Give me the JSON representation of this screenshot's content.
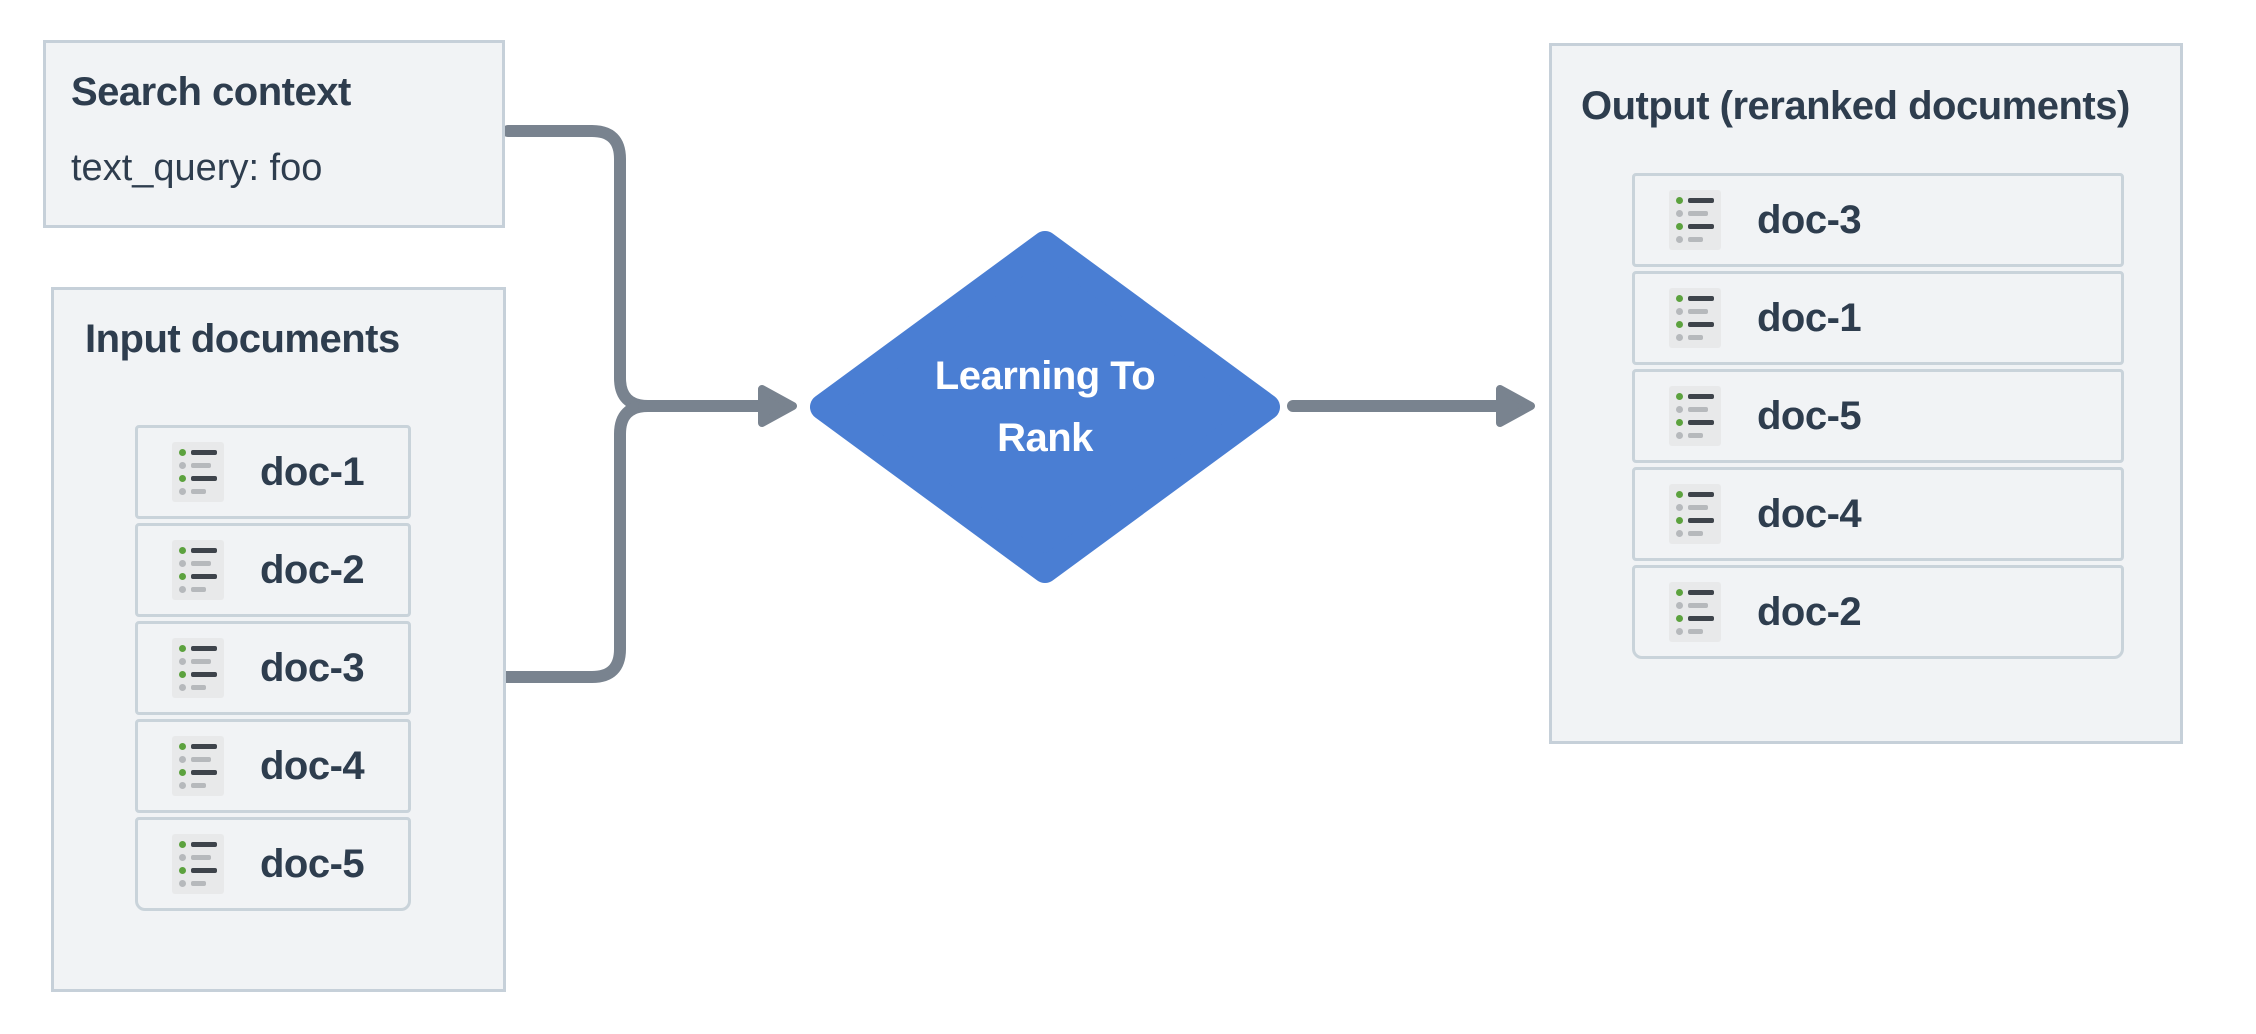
{
  "nodes": {
    "search_context": {
      "title": "Search context",
      "query": "text_query: foo"
    },
    "input_documents": {
      "title": "Input documents",
      "items": [
        "doc-1",
        "doc-2",
        "doc-3",
        "doc-4",
        "doc-5"
      ]
    },
    "learning_to_rank": {
      "label": "Learning To Rank"
    },
    "output_documents": {
      "title": "Output (reranked documents)",
      "items": [
        "doc-3",
        "doc-1",
        "doc-5",
        "doc-4",
        "doc-2"
      ]
    }
  },
  "icons": {
    "doc_item": "bulleted-list-icon"
  },
  "colors": {
    "ink": "#2e3d4e",
    "panel-bg": "#f1f3f5",
    "panel-border": "#c6d0d9",
    "item-border": "#c9d3da",
    "connector": "#79838f",
    "diamond": "#4a7ed3",
    "icon-bg": "#e8e9ea",
    "icon-dark": "#3e444b",
    "icon-gray": "#b6b9bc",
    "icon-green": "#5ca23e"
  }
}
